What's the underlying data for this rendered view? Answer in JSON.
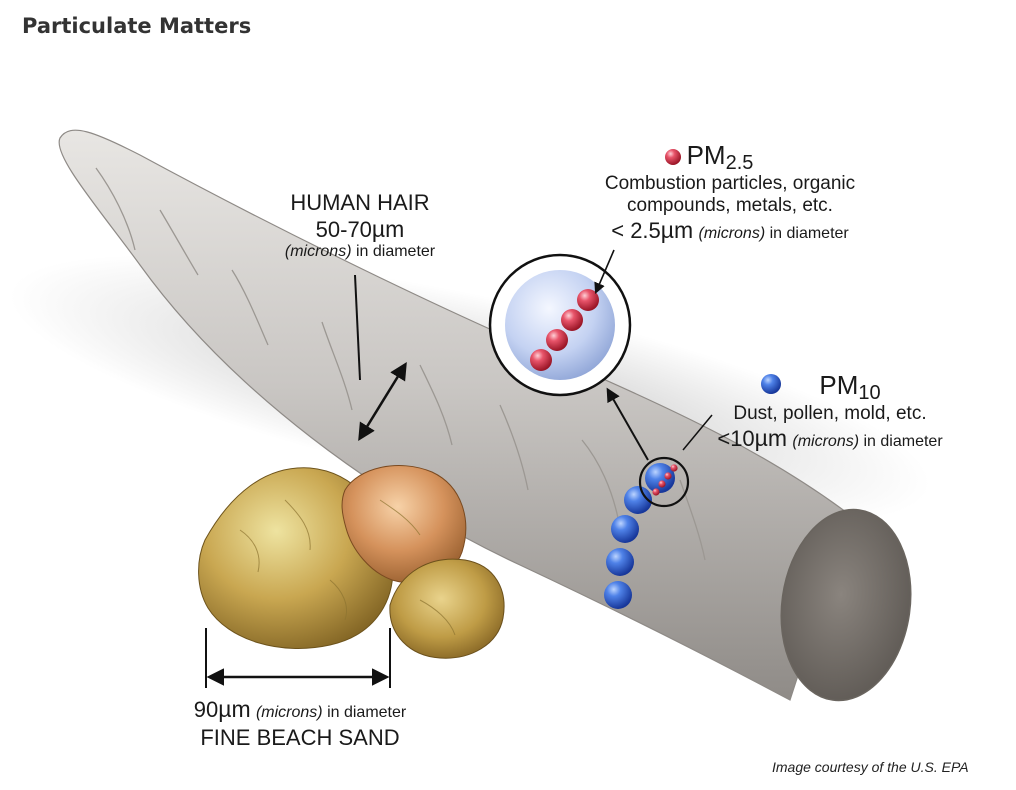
{
  "page": {
    "title": "Particulate Matters"
  },
  "hair": {
    "name": "HUMAN HAIR",
    "size_num": "50-70",
    "size_unit": "µm",
    "unit_note": "(microns)",
    "suffix": " in diameter"
  },
  "pm25": {
    "name_main": "PM",
    "name_sub": "2.5",
    "desc_line1": "Combustion particles, organic",
    "desc_line2": "compounds, metals, etc.",
    "size_prefix": "< 2.5",
    "size_unit": "µm",
    "unit_note": "(microns)",
    "suffix": " in diameter"
  },
  "pm10": {
    "name_main": "PM",
    "name_sub": "10",
    "desc": "Dust, pollen, mold, etc.",
    "size_prefix": "<10",
    "size_unit": "µm",
    "unit_note": "(microns)",
    "suffix": " in diameter"
  },
  "sand": {
    "size_num": "90",
    "size_unit": "µm",
    "unit_note": "(microns)",
    "suffix": " in diameter",
    "name": "FINE BEACH SAND"
  },
  "credit": "Image courtesy of the U.S. EPA",
  "colors": {
    "hair": "#c9c6c3",
    "pm25_particle": "#d8354a",
    "pm10_particle": "#2f63cc",
    "sand": "#c9a751",
    "title_text": "#333333"
  }
}
